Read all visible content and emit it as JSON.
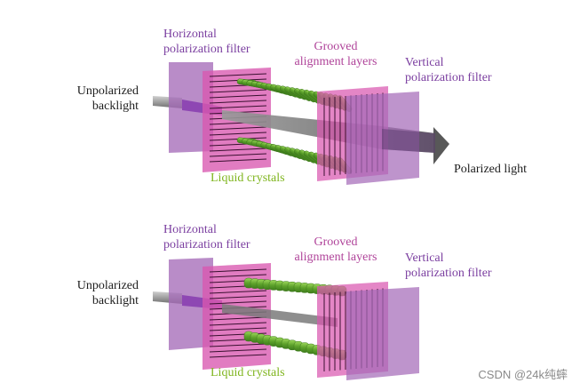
{
  "panels": [
    {
      "id": "top",
      "labels": {
        "backlight": [
          "Unpolarized",
          "backlight"
        ],
        "horizontal_filter": [
          "Horizontal",
          "polarization filter"
        ],
        "alignment_layers": [
          "Grooved",
          "alignment layers"
        ],
        "vertical_filter": [
          "Vertical",
          "polarization filter"
        ],
        "liquid_crystals": "Liquid crystals",
        "output": "Polarized light"
      },
      "state": "twisted"
    },
    {
      "id": "bottom",
      "labels": {
        "backlight": [
          "Unpolarized",
          "backlight"
        ],
        "horizontal_filter": [
          "Horizontal",
          "polarization filter"
        ],
        "alignment_layers": [
          "Grooved",
          "alignment layers"
        ],
        "vertical_filter": [
          "Vertical",
          "polarization filter"
        ],
        "liquid_crystals": "Liquid crystals"
      },
      "state": "aligned"
    }
  ],
  "colors": {
    "filter_purple": "#a56bb8",
    "alignment_pink": "#d957b0",
    "crystal_green": "#6fb43a",
    "beam_gray": "#707070"
  },
  "watermark": "CSDN @24k纯蟀"
}
